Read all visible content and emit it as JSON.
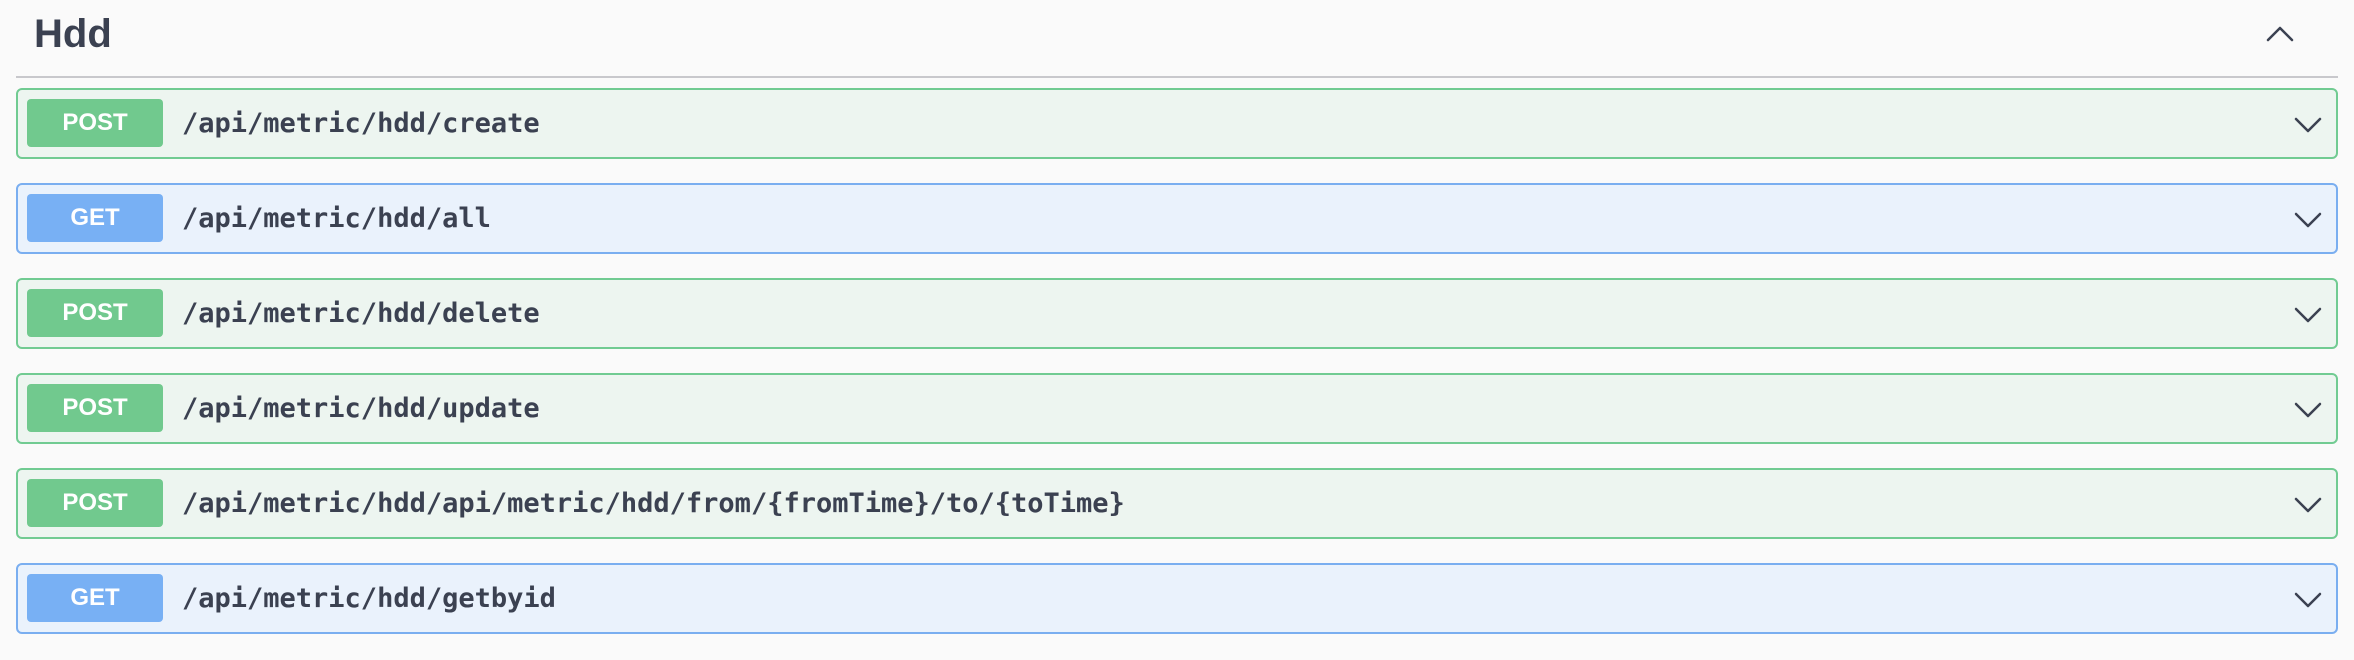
{
  "section": {
    "title": "Hdd",
    "collapse_icon": "chevron-up-icon"
  },
  "operations": [
    {
      "method": "POST",
      "path": "/api/metric/hdd/create"
    },
    {
      "method": "GET",
      "path": "/api/metric/hdd/all"
    },
    {
      "method": "POST",
      "path": "/api/metric/hdd/delete"
    },
    {
      "method": "POST",
      "path": "/api/metric/hdd/update"
    },
    {
      "method": "POST",
      "path": "/api/metric/hdd/api/metric/hdd/from/{fromTime}/to/{toTime}"
    },
    {
      "method": "GET",
      "path": "/api/metric/hdd/getbyid"
    }
  ],
  "expand_icon": "chevron-down-icon",
  "colors": {
    "post_bg": "#edf5f0",
    "post_border": "#71cb92",
    "post_badge": "#71c98e",
    "get_bg": "#eaf2fc",
    "get_border": "#7aaef0",
    "get_badge": "#78b0f4",
    "text": "#3b4151"
  }
}
